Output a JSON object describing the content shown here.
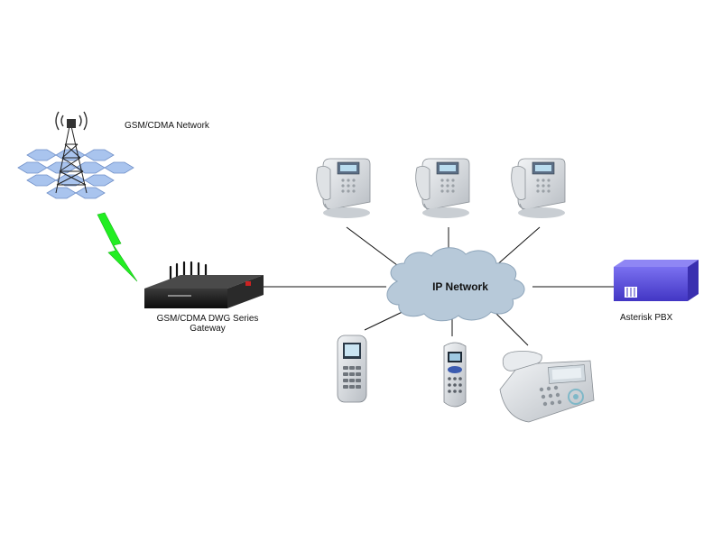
{
  "labels": {
    "cellular_network": "GSM/CDMA Network",
    "gateway_line1": "GSM/CDMA  DWG Series",
    "gateway_line2": "Gateway",
    "ip_network": "IP Network",
    "pbx": "Asterisk PBX"
  },
  "colors": {
    "link_line": "#111111",
    "wireless_bolt": "#22ee22",
    "cloud_fill": "#b7c9d9",
    "hex_fill": "#a9c4ee",
    "pbx_fill": "#5a4fd6",
    "gateway_fill": "#1b1b1b",
    "phone_fill": "#e4e7ea"
  },
  "icons": {
    "tower": "cell-tower-icon",
    "gateway": "gateway-device-icon",
    "cloud": "cloud-icon",
    "pbx": "pbx-server-icon",
    "ip_phone": "ip-phone-icon",
    "dect_phone": "cordless-handset-icon",
    "desk_phone": "desk-phone-icon"
  }
}
